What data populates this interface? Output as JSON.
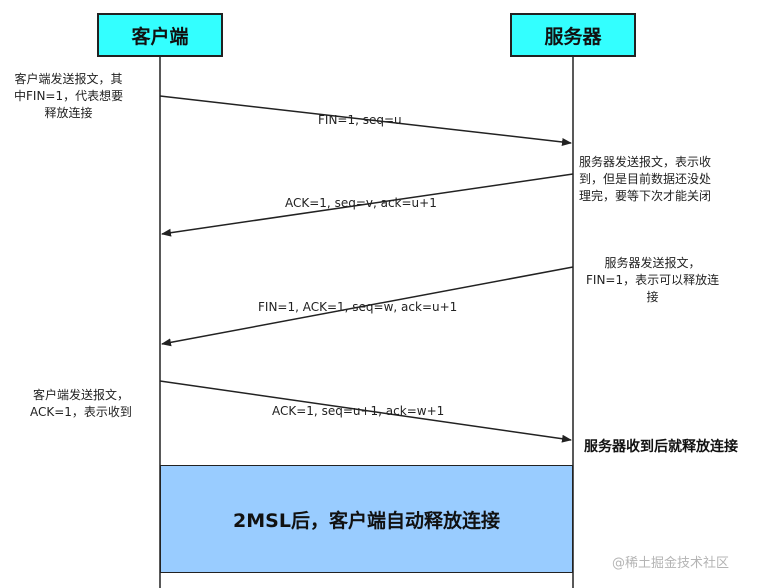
{
  "actors": {
    "client": "客户端",
    "server": "服务器"
  },
  "notes": {
    "client_fin": [
      "客户端发送报文，其",
      "中FIN=1，代表想要",
      "释放连接"
    ],
    "server_ack": [
      "服务器发送报文，表示收",
      "到，但是目前数据还没处",
      "理完，要等下次才能关闭"
    ],
    "server_fin": [
      "服务器发送报文，",
      "FIN=1，表示可以释放连",
      "接"
    ],
    "client_ack": [
      "客户端发送报文，",
      "ACK=1，表示收到"
    ]
  },
  "messages": [
    {
      "label": "FIN=1, seq=u",
      "from": "client",
      "to": "server"
    },
    {
      "label": "ACK=1, seq=v, ack=u+1",
      "from": "server",
      "to": "client"
    },
    {
      "label": "FIN=1, ACK=1, seq=w, ack=u+1",
      "from": "server",
      "to": "client"
    },
    {
      "label": "ACK=1, seq=u+1, ack=w+1",
      "from": "client",
      "to": "server"
    }
  ],
  "server_release": "服务器收到后就释放连接",
  "client_release": "2MSL后，客户端自动释放连接",
  "watermark": "@稀土掘金技术社区"
}
